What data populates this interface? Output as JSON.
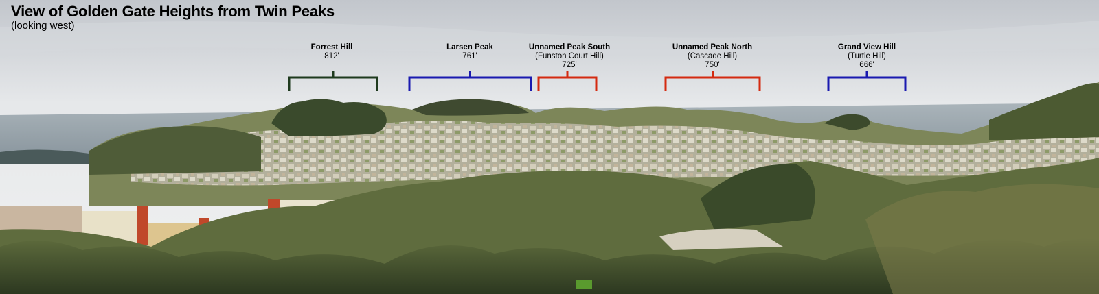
{
  "title": "View of Golden Gate Heights from Twin Peaks",
  "subtitle": "(looking west)",
  "peaks": [
    {
      "name": "Forrest Hill",
      "subtitle": "",
      "elevation": "812'",
      "color": "#1e3a1e"
    },
    {
      "name": "Larsen Peak",
      "subtitle": "",
      "elevation": "761'",
      "color": "#1a1ab0"
    },
    {
      "name": "Unnamed Peak South",
      "subtitle": "(Funston Court Hill)",
      "elevation": "725'",
      "color": "#d42a10"
    },
    {
      "name": "Unnamed Peak North",
      "subtitle": "(Cascade Hill)",
      "elevation": "750'",
      "color": "#d42a10"
    },
    {
      "name": "Grand View Hill",
      "subtitle": "(Turtle Hill)",
      "elevation": "666'",
      "color": "#1a1ab0"
    }
  ],
  "colors": {
    "sky_top": "#c4c8cd",
    "sky_bottom": "#eef0f1",
    "ocean": "#9aa6ae",
    "trees_dark": "#3c4a2a",
    "trees_mid": "#6c7a48",
    "houses": "#c9c4b6",
    "hospital_red": "#c0482a",
    "hospital_cream": "#e4d8b8"
  }
}
